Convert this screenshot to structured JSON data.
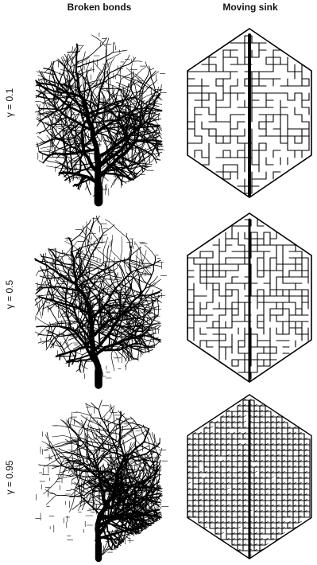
{
  "columns": [
    {
      "title": "Broken bonds"
    },
    {
      "title": "Moving sink"
    }
  ],
  "rows": [
    {
      "label": "γ = 0.1"
    },
    {
      "label": "γ = 0.5"
    },
    {
      "label": "γ = 0.95"
    }
  ],
  "colors": {
    "ink": "#000000",
    "background": "#ffffff"
  }
}
